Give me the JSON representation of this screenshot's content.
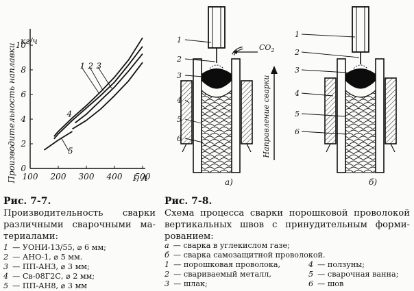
{
  "chart_data": {
    "type": "line",
    "ylabel": "Производительность наплавки",
    "yunit": "кг/ч",
    "xunit": "I, A",
    "xlim": [
      100,
      500
    ],
    "ylim": [
      0,
      11
    ],
    "x_ticks": [
      "100",
      "200",
      "300",
      "400",
      "500"
    ],
    "y_ticks": [
      "0",
      "2",
      "4",
      "6",
      "8",
      "10"
    ],
    "grid": false,
    "series": [
      {
        "name": "1",
        "x": [
          185,
          200,
          250,
          300,
          350,
          400,
          450,
          500
        ],
        "y": [
          2.6,
          3.0,
          4.1,
          5.1,
          6.2,
          7.4,
          8.8,
          10.6
        ]
      },
      {
        "name": "2",
        "x": [
          185,
          200,
          250,
          300,
          350,
          400,
          450,
          500
        ],
        "y": [
          2.4,
          2.8,
          3.9,
          4.9,
          5.9,
          7.0,
          8.4,
          9.9
        ]
      },
      {
        "name": "3",
        "x": [
          260,
          300,
          350,
          400,
          450,
          500
        ],
        "y": [
          3.7,
          4.4,
          5.5,
          6.6,
          7.9,
          9.3
        ]
      },
      {
        "name": "4",
        "x": [
          250,
          300,
          350,
          400,
          450,
          500
        ],
        "y": [
          3.2,
          3.9,
          4.8,
          5.9,
          7.1,
          8.6
        ]
      },
      {
        "name": "5",
        "x": [
          150,
          200,
          250
        ],
        "y": [
          1.5,
          2.3,
          3.0
        ]
      }
    ]
  },
  "fig7": {
    "title": "Рис. 7-7.",
    "caption_lines": [
      "Производительность сварки",
      "различными сварочными ма-",
      "териалами:"
    ],
    "legend": [
      {
        "num": "1",
        "text": "— УОНИ-13/55, ⌀ 6 мм;"
      },
      {
        "num": "2",
        "text": "— АНО-1, ⌀ 5 мм."
      },
      {
        "num": "3",
        "text": "— ПП-АН3, ⌀ 3 мм;"
      },
      {
        "num": "4",
        "text": "— Св-08Г2С, ⌀ 2 мм;"
      },
      {
        "num": "5",
        "text": "— ПП-АН8, ⌀ 3 мм"
      }
    ]
  },
  "fig8": {
    "title": "Рис. 7-8.",
    "caption_lines": [
      "Схема процесса сварки порошковой проволокой",
      "вертикальных швов с принудительным форми-",
      "рованием:"
    ],
    "variants": [
      {
        "letter": "а",
        "text": "— сварка в углекислом газе;"
      },
      {
        "letter": "б",
        "text": "— сварка самозащитной проволокой."
      }
    ],
    "parts": [
      {
        "num": "1",
        "text": "— порошковая проволока,"
      },
      {
        "num": "2",
        "text": "— свариваемый металл,"
      },
      {
        "num": "3",
        "text": "— шлак;"
      },
      {
        "num": "4",
        "text": "— ползуны;"
      },
      {
        "num": "5",
        "text": "— сварочная ванна;"
      },
      {
        "num": "6",
        "text": "— шов"
      }
    ],
    "diagram": {
      "gas_label": "CO",
      "gas_sub": "2",
      "direction_label": "Направление сварки",
      "panel_a": "а)",
      "panel_b": "б)",
      "callouts_a": [
        "1",
        "2",
        "3",
        "4",
        "5",
        "6"
      ],
      "callouts_b": [
        "1",
        "2",
        "3",
        "4",
        "5",
        "6"
      ]
    }
  }
}
